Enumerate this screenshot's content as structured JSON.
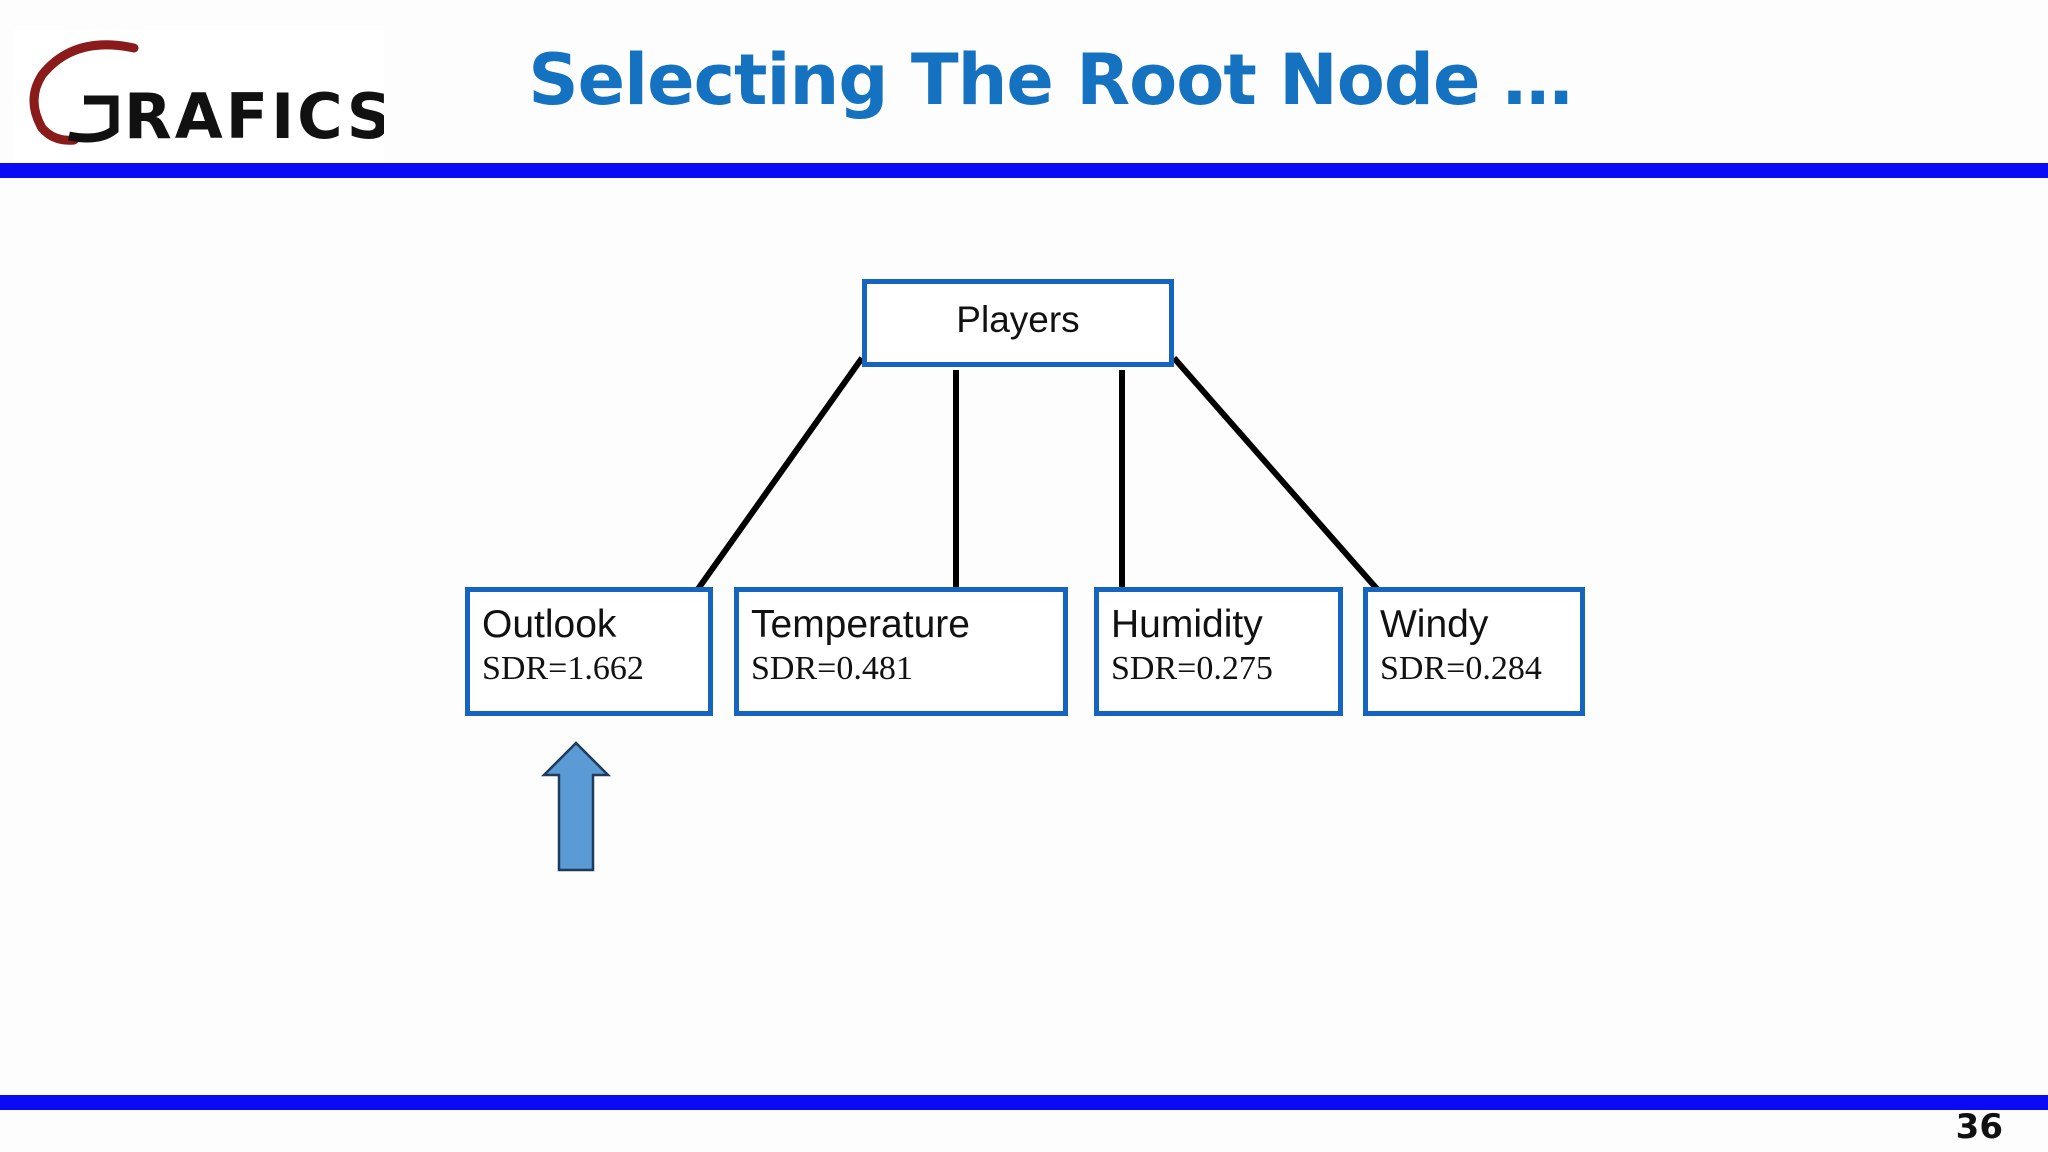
{
  "header": {
    "logo_text": "GRAFICS",
    "title": "Selecting The Root Node …"
  },
  "diagram": {
    "root": {
      "label": "Players"
    },
    "children": [
      {
        "label": "Outlook",
        "value": "SDR=1.662"
      },
      {
        "label": "Temperature",
        "value": "SDR=0.481"
      },
      {
        "label": "Humidity",
        "value": "SDR=0.275"
      },
      {
        "label": "Windy",
        "value": "SDR=0.284"
      }
    ],
    "selected_child": "Outlook",
    "colors": {
      "node_border": "#1565c0",
      "arrow_fill": "#5b9bd5",
      "edge": "#000000"
    }
  },
  "footer": {
    "page_number": "36"
  },
  "colors": {
    "title": "#1572c0",
    "rule": "#0a0af5"
  }
}
